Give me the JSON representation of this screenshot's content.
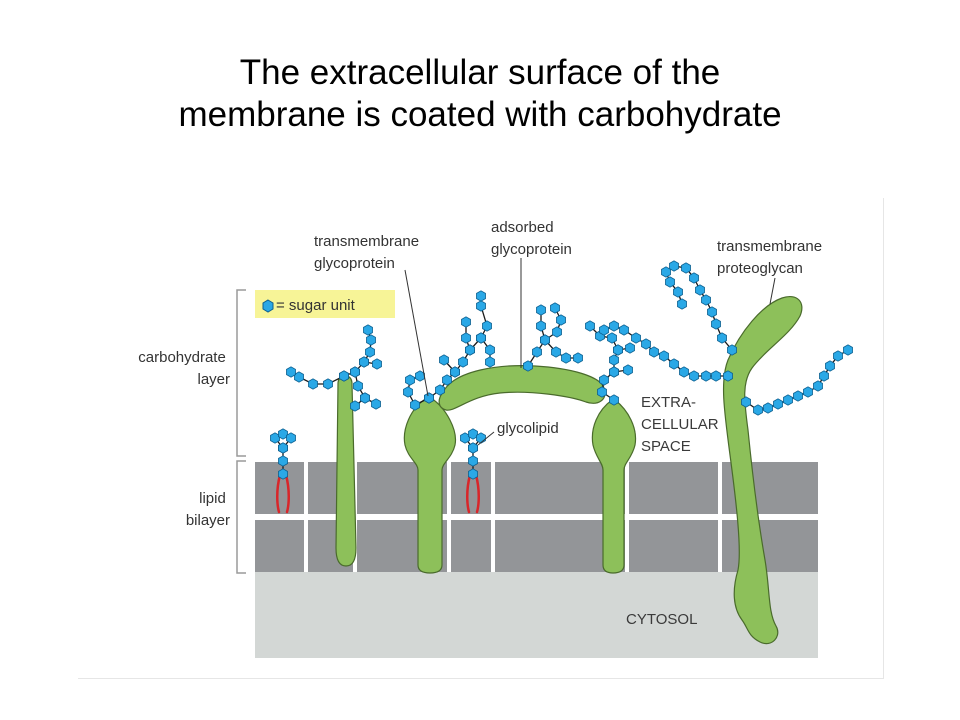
{
  "title": {
    "line1": "The extracellular surface of the",
    "line2": "membrane is coated with carbohydrate"
  },
  "colors": {
    "membrane": "#939598",
    "cytosol": "#d3d7d5",
    "protein": "#8dc05a",
    "protein_stroke": "#4a6b2c",
    "sugar": "#2aa8e6",
    "sugar_stroke": "#0c5f8f",
    "lipid_tail": "#d9262a",
    "legend_bg": "#f7f497"
  },
  "legend": {
    "text": "= sugar unit",
    "icon": "hexagon-sugar-icon"
  },
  "side_labels": {
    "carbohydrate_layer": [
      "carbohydrate",
      "layer"
    ],
    "lipid_bilayer": [
      "lipid",
      "bilayer"
    ]
  },
  "labels": {
    "transmembrane_glycoprotein": [
      "transmembrane",
      "glycoprotein"
    ],
    "adsorbed_glycoprotein": [
      "adsorbed",
      "glycoprotein"
    ],
    "transmembrane_proteoglycan": [
      "transmembrane",
      "proteoglycan"
    ],
    "glycolipid": "glycolipid",
    "extracellular_space": [
      "EXTRA-",
      "CELLULAR",
      "SPACE"
    ],
    "cytosol": "CYTOSOL"
  }
}
